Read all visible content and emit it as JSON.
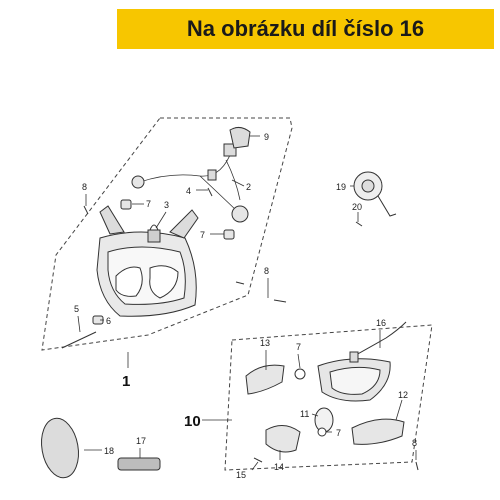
{
  "header": {
    "title": "Na obrázku díl číslo 16",
    "color": "#f7c600"
  },
  "callouts": [
    "1",
    "2",
    "3",
    "4",
    "5",
    "6",
    "7",
    "8",
    "9",
    "10",
    "11",
    "12",
    "13",
    "14",
    "15",
    "16",
    "17",
    "18",
    "19",
    "20"
  ]
}
